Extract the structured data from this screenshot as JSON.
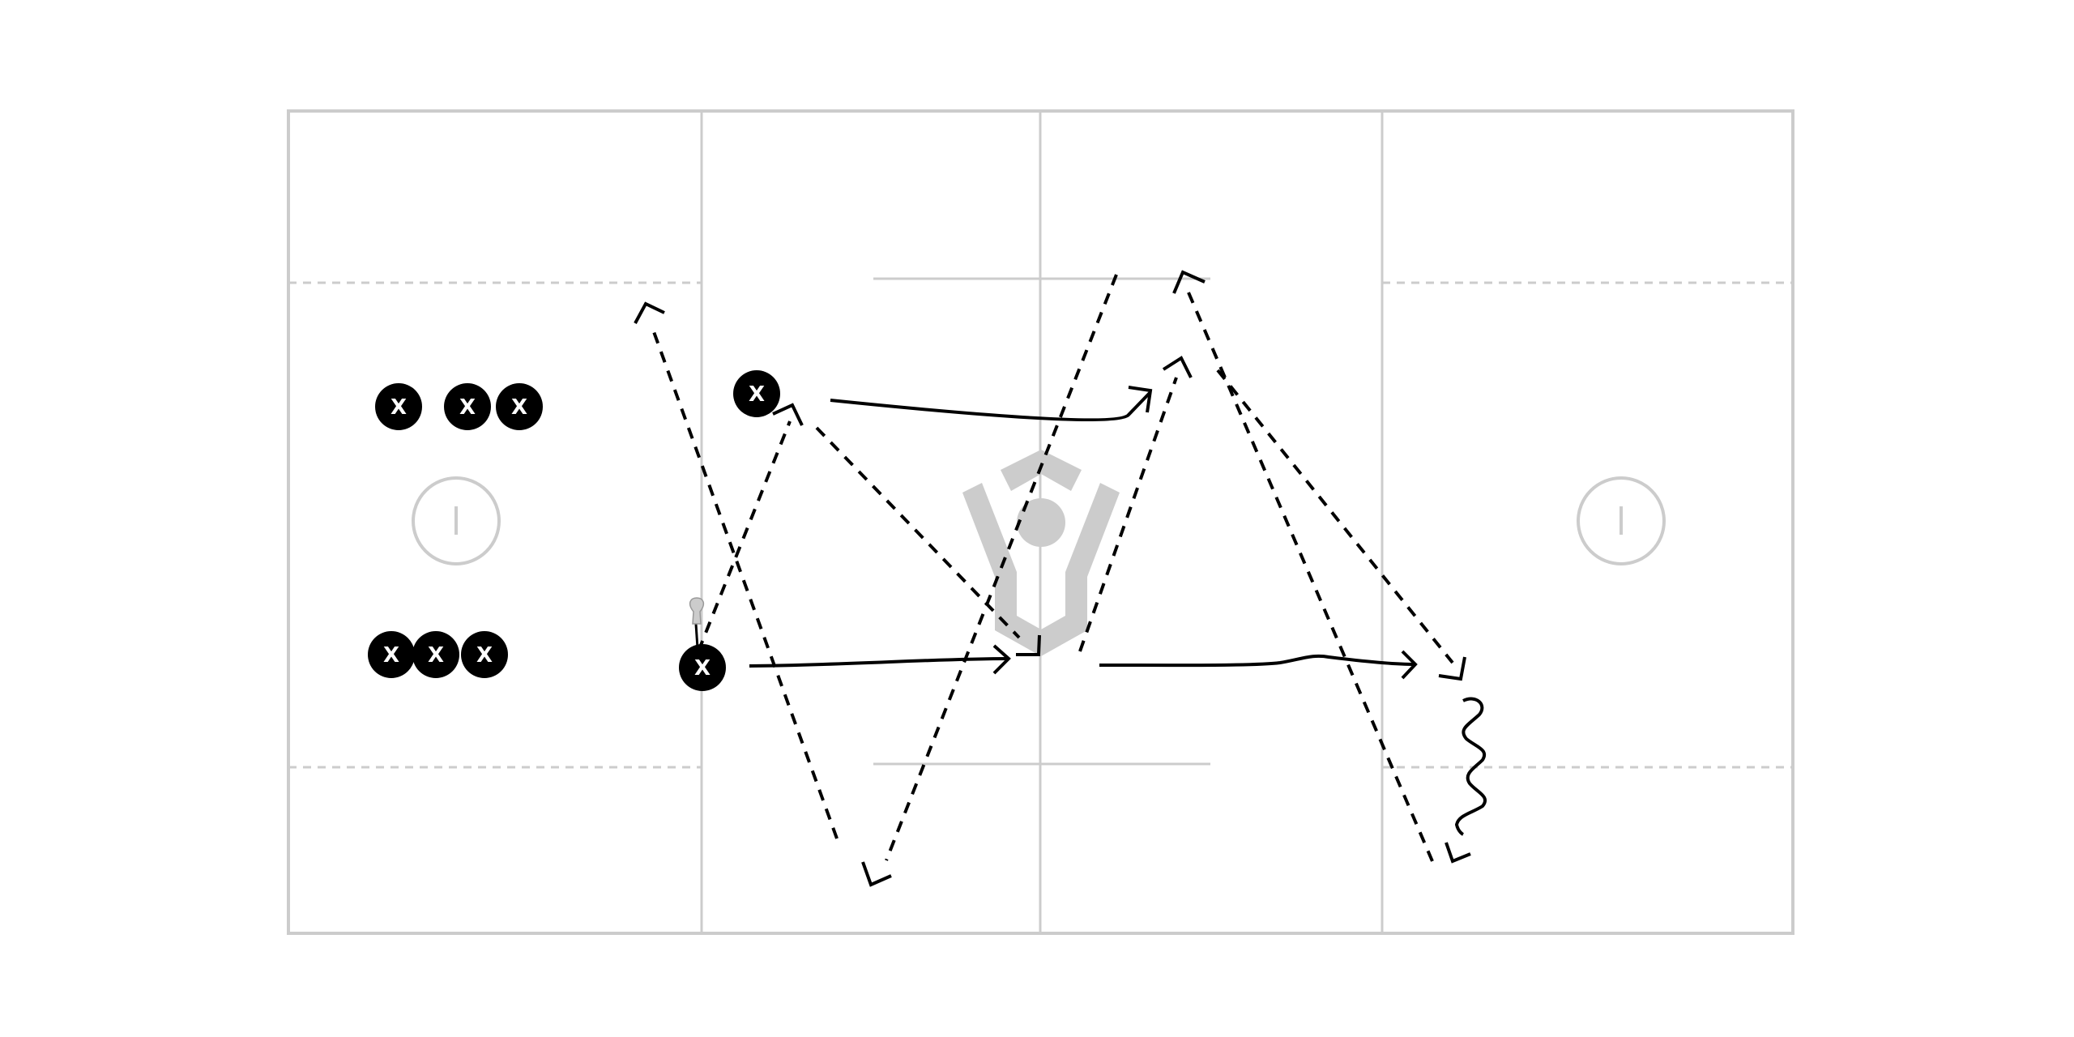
{
  "diagram": {
    "type": "lacrosse-drill",
    "colors": {
      "field_lines": "#cccccc",
      "player_fill": "#000000",
      "player_label": "#ffffff",
      "play_lines": "#000000",
      "stick": "#cccccc"
    },
    "icons": [
      "center-logo-icon",
      "lacrosse-stick-icon",
      "goal-crease-icon"
    ],
    "players": [
      {
        "id": "player-1",
        "label": "X"
      },
      {
        "id": "player-2",
        "label": "X"
      },
      {
        "id": "player-3",
        "label": "X"
      },
      {
        "id": "player-4",
        "label": "X"
      },
      {
        "id": "player-5",
        "label": "X"
      },
      {
        "id": "player-6",
        "label": "X"
      },
      {
        "id": "player-7",
        "label": "X"
      },
      {
        "id": "player-8",
        "label": "X"
      }
    ],
    "ball_carrier": "player-8",
    "line_types": {
      "pass": "dashed",
      "run": "solid",
      "dodge": "wavy"
    }
  }
}
